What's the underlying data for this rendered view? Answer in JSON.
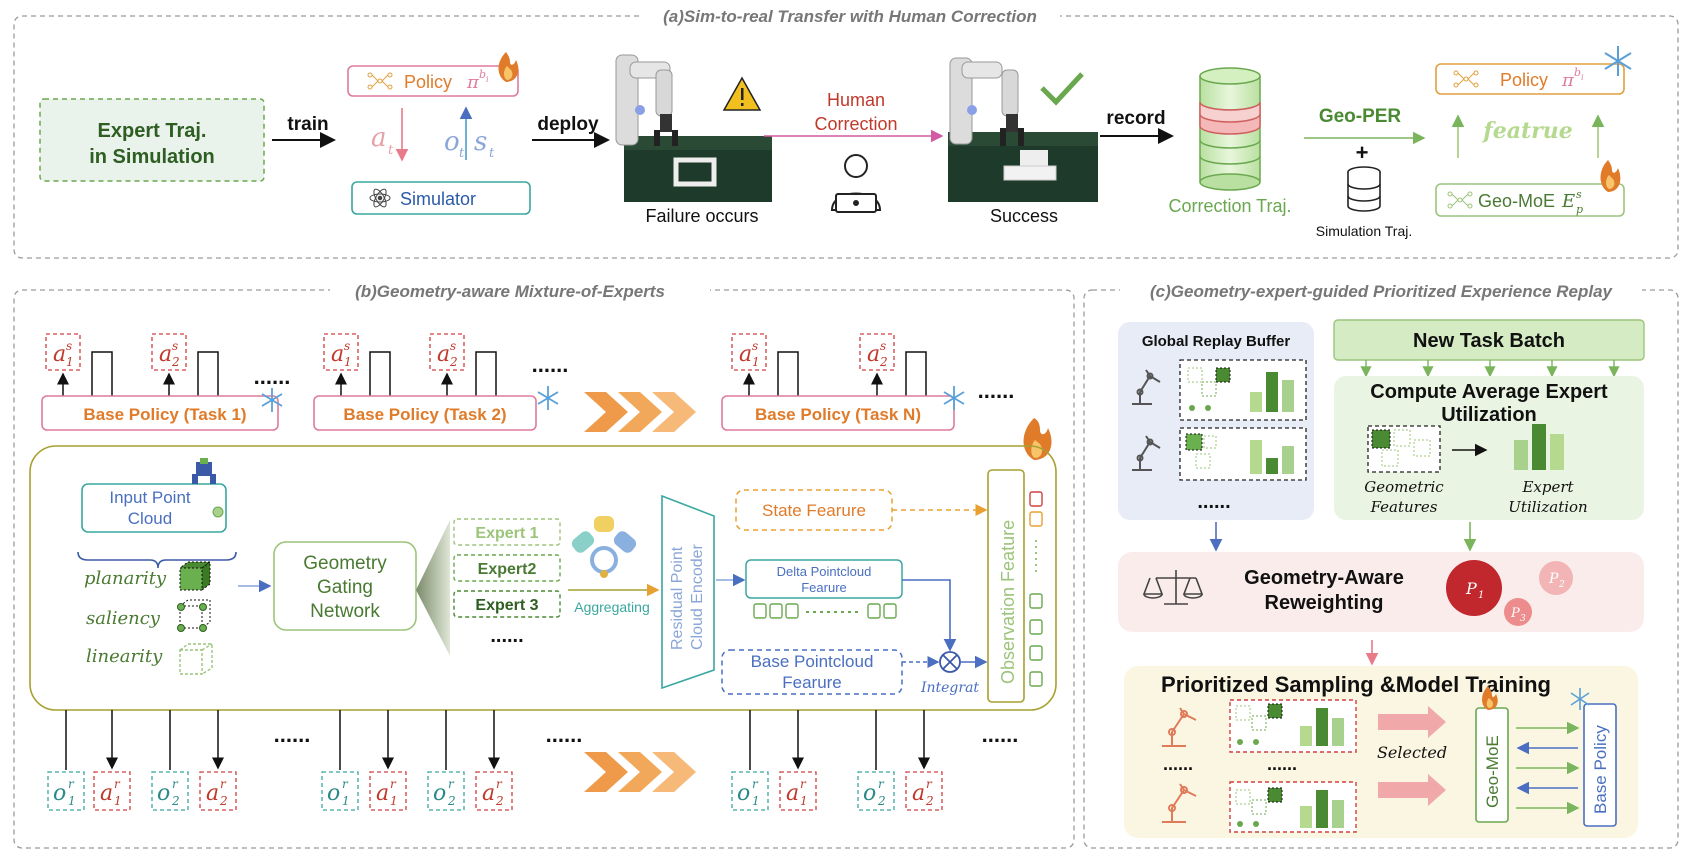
{
  "panel_a": {
    "title": "(a)Sim-to-real Transfer with Human Correction",
    "expert_traj_line1": "Expert Traj.",
    "expert_traj_line2": "in Simulation",
    "train": "train",
    "policy_label": "Policy",
    "policy_sup": "b",
    "policy_sup_sub": "i",
    "a_t": "a",
    "o_t": "o",
    "s_t": "s",
    "sub_t": "t",
    "simulator": "Simulator",
    "deploy": "deploy",
    "failure": "Failure occurs",
    "human_correction_line1": "Human",
    "human_correction_line2": "Correction",
    "success": "Success",
    "record": "record",
    "correction_traj": "Correction Traj.",
    "geo_per": "Geo-PER",
    "plus": "+",
    "simulation_traj": "Simulation Traj.",
    "policy_right": "Policy",
    "featrue": "featrue",
    "geo_moe": "Geo-MoE",
    "geo_moe_E": "E",
    "geo_moe_sub": "p",
    "geo_moe_sup": "s"
  },
  "panel_b": {
    "title": "(b)Geometry-aware Mixture-of-Experts",
    "base_policy_1": "Base Policy (Task 1)",
    "base_policy_2": "Base Policy (Task 2)",
    "base_policy_n": "Base Policy (Task N)",
    "dots": "......",
    "input_point_cloud_line1": "Input Point",
    "input_point_cloud_line2": "Cloud",
    "planarity": "planarity",
    "saliency": "saliency",
    "linearity": "linearity",
    "gating_line1": "Geometry",
    "gating_line2": "Gating",
    "gating_line3": "Network",
    "expert1": "Expert 1",
    "expert2": "Expert2",
    "expert3": "Expert 3",
    "aggregating": "Aggregating",
    "encoder_line1": "Residual Point",
    "encoder_line2": "Cloud Encoder",
    "state_feature": "State Fearure",
    "delta_line1": "Delta Pointcloud",
    "delta_line2": "Fearure",
    "base_pc_line1": "Base Pointcloud",
    "base_pc_line2": "Fearure",
    "integrat": "Integrat",
    "observation_feature": "Observation Feature",
    "a_letter": "a",
    "o_letter": "o",
    "sup_s": "s",
    "sup_r": "r",
    "sub_1": "1",
    "sub_2": "2"
  },
  "panel_c": {
    "title": "(c)Geometry-expert-guided Prioritized Experience Replay",
    "global_buffer": "Global Replay Buffer",
    "new_task_batch": "New Task Batch",
    "compute_line1": "Compute Average Expert",
    "compute_line2": "Utilization",
    "geometric_line1": "Geometric",
    "geometric_line2": "Features",
    "expert_util_line1": "Expert",
    "expert_util_line2": "Utilization",
    "reweighting_line1": "Geometry-Aware",
    "reweighting_line2": "Reweighting",
    "p1": "P",
    "p2": "P",
    "p3": "P",
    "p1_sub": "1",
    "p2_sub": "2",
    "p3_sub": "3",
    "prioritized": "Prioritized Sampling &Model Training",
    "selected": "Selected",
    "geo_moe": "Geo-MoE",
    "base_policy": "Base Policy",
    "dots": "......"
  },
  "colors": {
    "green_dark": "#2e5e22",
    "green_mid": "#6aa84f",
    "green_light": "#a9d18e",
    "orange": "#e07b2a",
    "red": "#c0392b",
    "teal": "#3aa7a0",
    "blue": "#4a6fc1",
    "pink": "#e06aa0"
  }
}
